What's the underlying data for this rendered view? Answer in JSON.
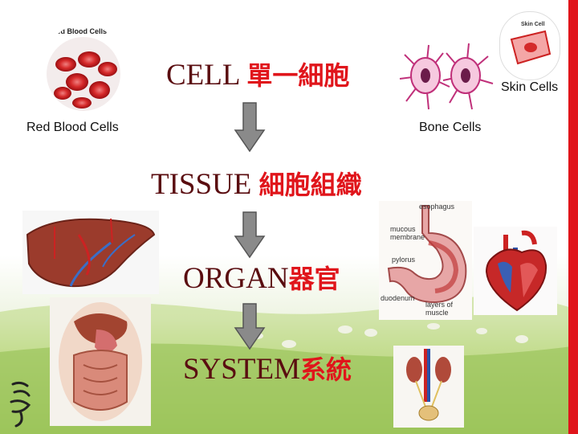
{
  "slide": {
    "levels": [
      {
        "en": "CELL ",
        "zh": "單一細胞"
      },
      {
        "en": "TISSUE ",
        "zh": "細胞組織"
      },
      {
        "en": "ORGAN",
        "zh": "器官"
      },
      {
        "en": "SYSTEM",
        "zh": "系統"
      }
    ],
    "captions": {
      "red_blood_cells": "Red Blood Cells",
      "bone_cells": "Bone Cells",
      "skin_cells": "Skin Cells"
    },
    "inset_titles": {
      "rbc_photo": "Red Blood Cells",
      "skin_cell": "Skin Cell"
    },
    "stomach_labels": [
      "esophagus",
      "mucous membrane",
      "pylorus",
      "duodenum",
      "layers of muscle"
    ],
    "colors": {
      "heading_en": "#5a0d10",
      "heading_zh": "#e0151b",
      "arrow": "#8a8a8a",
      "accent_bar": "#e0151b"
    }
  }
}
